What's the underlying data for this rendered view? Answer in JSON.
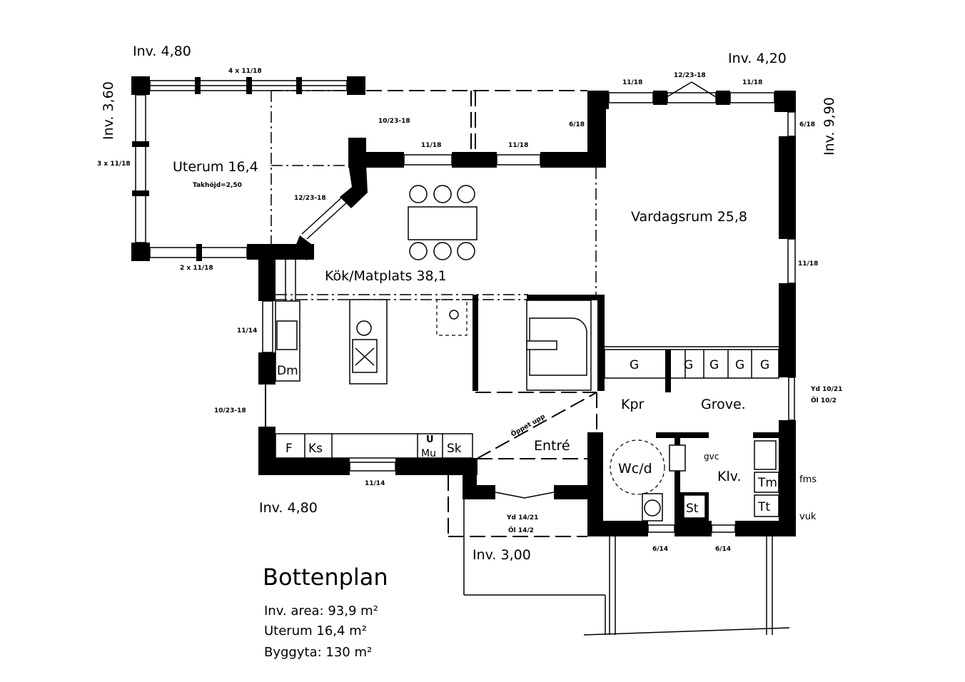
{
  "rooms": {
    "uterum": "Uterum 16,4",
    "takhojd": "Takhöjd=2,50",
    "vardagsrum": "Vardagsrum 25,8",
    "kok": "Kök/Matplats 38,1",
    "entre": "Entré",
    "kpr": "Kpr",
    "grove": "Grove.",
    "wcd": "Wc/d",
    "klv": "Klv."
  },
  "fixtures": {
    "g": "G",
    "dm": "Dm",
    "f": "F",
    "ks": "Ks",
    "u": "U",
    "mu": "Mu",
    "sk": "Sk",
    "st": "St",
    "tm": "Tm",
    "tt": "Tt",
    "gvc": "gvc",
    "fms": "fms",
    "vuk": "vuk",
    "oppet_upp": "Öppet upp"
  },
  "dimensions": {
    "inv_top_left": "Inv. 4,80",
    "inv_top_right": "Inv. 4,20",
    "inv_left": "Inv. 3,60",
    "inv_right": "Inv. 9,90",
    "inv_bottom_left": "Inv. 4,80",
    "inv_bottom_mid": "Inv. 3,00"
  },
  "windows": {
    "w_4x11_18": "4 x 11/18",
    "w_3x11_18": "3 x 11/18",
    "w_2x11_18": "2 x 11/18",
    "w_10_23_18_top": "10/23-18",
    "w_12_23_18_diag": "12/23-18",
    "w_11_18_kitchen_a": "11/18",
    "w_11_18_kitchen_b": "11/18",
    "w_6_18_left": "6/18",
    "w_11_18_vr_a": "11/18",
    "w_12_23_18_top": "12/23-18",
    "w_11_18_vr_b": "11/18",
    "w_6_18_right": "6/18",
    "w_11_18_right": "11/18",
    "w_11_14_left": "11/14",
    "w_10_23_18_left": "10/23-18",
    "w_11_14_bottom": "11/14",
    "door_yd_1": "Yd 14/21",
    "door_ol_1": "Öl 14/2",
    "door_yd_2": "Yd 10/21",
    "door_ol_2": "Öl 10/2",
    "w_6_14_a": "6/14",
    "w_6_14_b": "6/14"
  },
  "summary": {
    "title": "Bottenplan",
    "inv_area": "Inv. area: 93,9 m²",
    "uterum": "Uterum 16,4 m²",
    "byggyta": "Byggyta: 130 m²"
  }
}
